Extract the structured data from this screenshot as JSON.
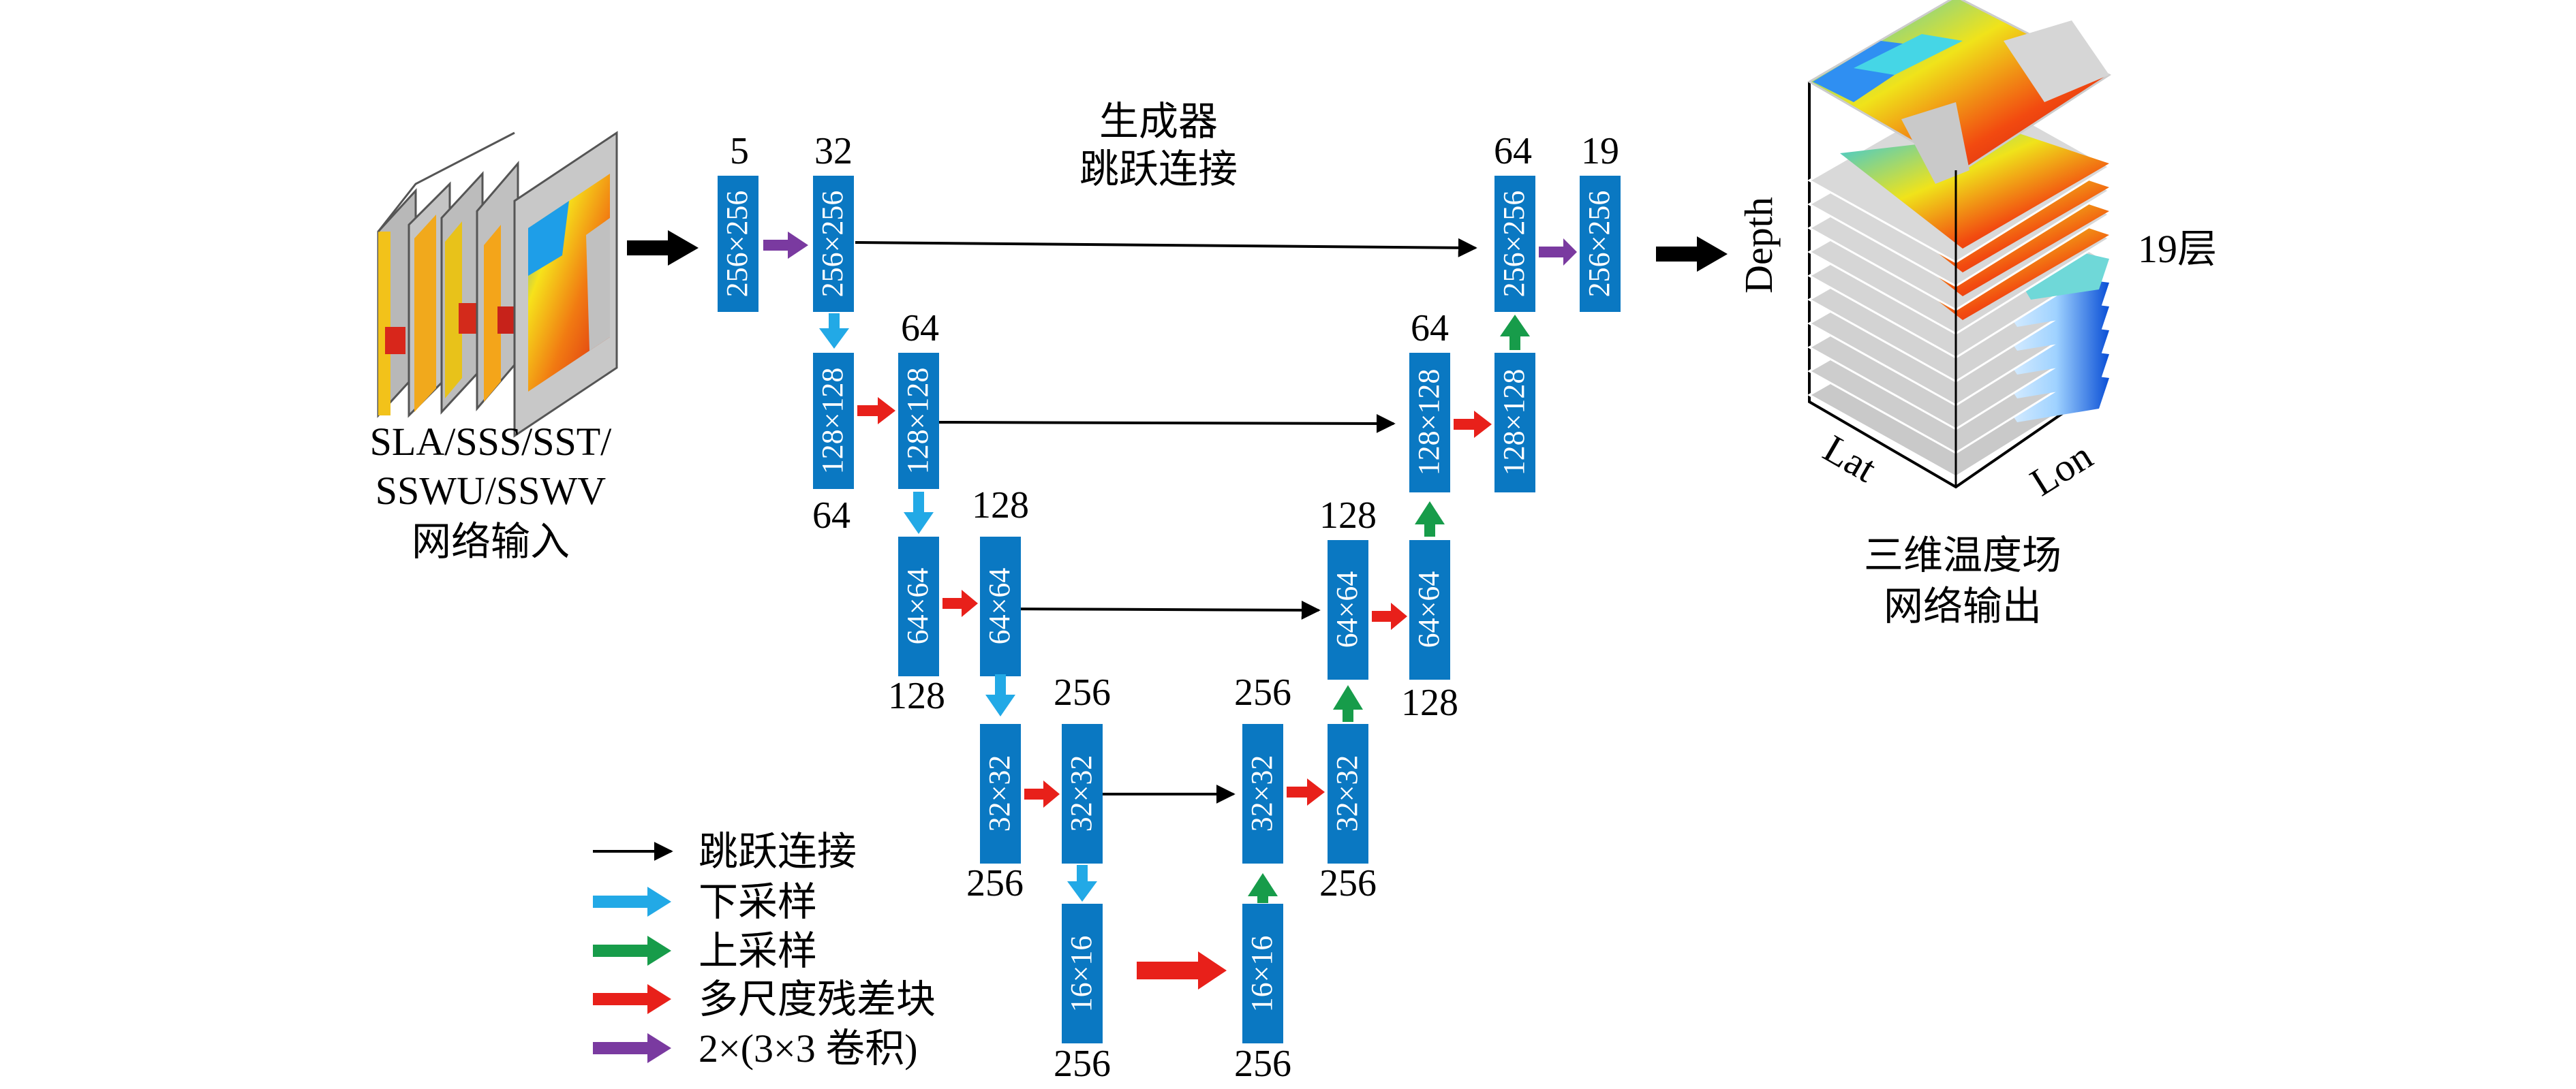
{
  "input": {
    "label_line1": "SLA/SSS/SST/",
    "label_line2": "SSWU/SSWV",
    "label_line3": "网络输入"
  },
  "output": {
    "label_line1": "三维温度场",
    "label_line2": "网络输出",
    "axis_depth": "Depth",
    "axis_lat": "Lat",
    "axis_lon": "Lon",
    "layers": "19层"
  },
  "skip_title": {
    "line1": "生成器",
    "line2": "跳跃连接"
  },
  "blocks": {
    "enc1_in": "256×256",
    "enc1": "256×256",
    "enc2a": "128×128",
    "enc2b": "128×128",
    "enc3a": "64×64",
    "enc3b": "64×64",
    "enc4a": "32×32",
    "enc4b": "32×32",
    "bottom_a": "16×16",
    "bottom_b": "16×16",
    "dec4a": "32×32",
    "dec4b": "32×32",
    "dec3a": "64×64",
    "dec3b": "64×64",
    "dec2a": "128×128",
    "dec2b": "128×128",
    "dec1a": "256×256",
    "dec1_out": "256×256"
  },
  "channels": {
    "c_in": "5",
    "c_enc1": "32",
    "c_enc2_top": "64",
    "c_enc2_bot": "64",
    "c_enc3_top": "128",
    "c_enc3_bot": "128",
    "c_enc4_top": "256",
    "c_enc4_bot": "256",
    "c_bottom_a": "256",
    "c_bottom_b": "256",
    "c_dec4_top": "256",
    "c_dec4_bot": "256",
    "c_dec3_top": "128",
    "c_dec3_bot": "128",
    "c_dec2_top": "64",
    "c_dec1_top": "64",
    "c_out": "19"
  },
  "legend": {
    "skip": "跳跃连接",
    "down": "下采样",
    "up": "上采样",
    "res": "多尺度残差块",
    "conv": "2×(3×3 卷积)"
  },
  "colors": {
    "block": "#0a78c2",
    "down_arrow": "#22a9e6",
    "up_arrow": "#179c4a",
    "res_arrow": "#e8201a",
    "conv_arrow": "#7a3aa0",
    "skip_arrow": "#000000"
  }
}
